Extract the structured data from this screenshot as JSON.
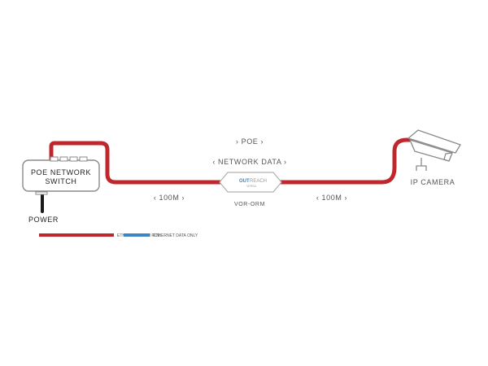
{
  "labels": {
    "switch_line1": "POE NETWORK",
    "switch_line2": "SWITCH",
    "power": "POWER",
    "poe": "› POE ›",
    "network_data": "‹ NETWORK DATA ›",
    "left_distance": "‹ 100M ›",
    "right_distance": "‹ 100M ›",
    "extender_model": "VOR-ORM",
    "extender_brand_a": "OUT",
    "extender_brand_b": "REACH",
    "extender_brand_sub": "VERSA",
    "camera": "IP CAMERA"
  },
  "legend": [
    {
      "label": "ETHERNET WITH POE",
      "color": "#c0272d"
    },
    {
      "label": "ETHERNET DATA ONLY",
      "color": "#3d86c6"
    }
  ],
  "colors": {
    "poe_cable": "#c0272d",
    "data_cable": "#3d86c6",
    "device_outline": "#8a8a8a",
    "text": "#555555"
  },
  "icons": {
    "switch": "network-switch-icon",
    "camera": "ip-camera-icon",
    "extender": "poe-extender-icon",
    "power_cord": "power-cord-icon"
  }
}
